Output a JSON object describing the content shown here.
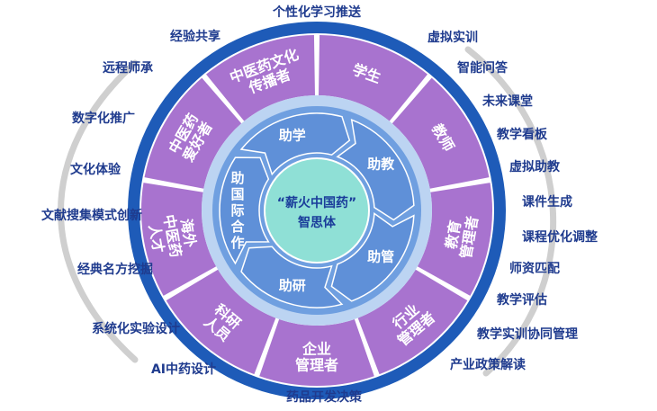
{
  "center": {
    "title": "“薪火中国药”",
    "subtitle": "智思体"
  },
  "inner_ring": [
    {
      "label": "助学"
    },
    {
      "label": "助教"
    },
    {
      "label": "助管"
    },
    {
      "label": "助研"
    },
    {
      "label": "助国际合作"
    }
  ],
  "segments": [
    {
      "label": "学生"
    },
    {
      "label": "教师"
    },
    {
      "label": "教育管理者"
    },
    {
      "label": "行业管理者"
    },
    {
      "label": "企业管理者"
    },
    {
      "label": "科研人员"
    },
    {
      "label": "海外中医药人才"
    },
    {
      "label": "中医药爱好者"
    },
    {
      "label": "中医药文化传播者"
    }
  ],
  "outer_labels": [
    {
      "label": "个性化学习推送"
    },
    {
      "label": "虚拟实训"
    },
    {
      "label": "智能问答"
    },
    {
      "label": "未来课堂"
    },
    {
      "label": "教学看板"
    },
    {
      "label": "虚拟助教"
    },
    {
      "label": "课件生成"
    },
    {
      "label": "课程优化调整"
    },
    {
      "label": "师资匹配"
    },
    {
      "label": "教学评估"
    },
    {
      "label": "教学实训协同管理"
    },
    {
      "label": "产业政策解读"
    },
    {
      "label": "药品开发决策"
    },
    {
      "label": "AI中药设计"
    },
    {
      "label": "系统化实验设计"
    },
    {
      "label": "经典名方挖掘"
    },
    {
      "label": "文献搜集模式创新"
    },
    {
      "label": "文化体验"
    },
    {
      "label": "数字化推广"
    },
    {
      "label": "远程师承"
    },
    {
      "label": "经验共享"
    }
  ],
  "colors": {
    "outer_ring": "#1e5bb8",
    "segment": "#a873cf",
    "segment_border": "#ffffff",
    "inner_band": "#bcd4f2",
    "inner_disc": "#6f9fe0",
    "arrow": "#5f90d8",
    "hub": "#8fe0d6",
    "label_text": "#1f3b8e",
    "bracket": "#cfcfcf"
  }
}
